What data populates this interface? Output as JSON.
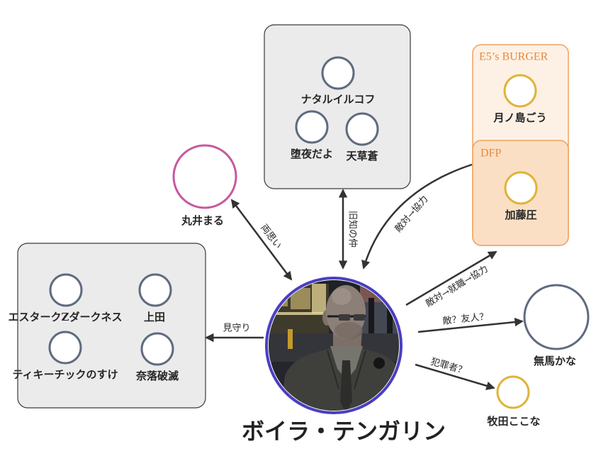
{
  "diagram": {
    "center": {
      "name": "ボイラ・テンガリン"
    },
    "groups": {
      "old_acquaintances": {
        "members": [
          {
            "name": "ナタルイルコフ"
          },
          {
            "name": "堕夜だよ"
          },
          {
            "name": "天草蒼"
          }
        ]
      },
      "watched_over": {
        "members": [
          {
            "name": "エスタークZダークネス"
          },
          {
            "name": "上田"
          },
          {
            "name": "ティキーチックのすけ"
          },
          {
            "name": "奈落破滅"
          }
        ]
      },
      "e5s_burger": {
        "title": "E5’s BURGER",
        "members": [
          {
            "name": "月ノ島ごう"
          }
        ]
      },
      "dfp": {
        "title": "DFP",
        "members": [
          {
            "name": "加藤圧"
          }
        ]
      }
    },
    "individuals": {
      "marui": {
        "name": "丸井まる"
      },
      "muma": {
        "name": "無馬かな"
      },
      "makita": {
        "name": "牧田ここな"
      }
    },
    "relations": {
      "marui": {
        "label": "両思い",
        "double_headed": true
      },
      "old_acquaintances": {
        "label": "旧知の仲",
        "double_headed": true
      },
      "dfp_to_center": {
        "label": "敵対→協力",
        "double_headed": false
      },
      "center_to_dfp": {
        "label": "敵対→就職→協力",
        "double_headed": false
      },
      "watched_over": {
        "label": "見守り",
        "double_headed": false
      },
      "muma": {
        "label": "敵？友人？",
        "double_headed": false
      },
      "makita": {
        "label": "犯罪者？",
        "double_headed": false
      }
    }
  },
  "colors": {
    "center_ring": "#4a3fc0",
    "member_ring": "#5f6b7f",
    "gold_ring": "#dfb43a",
    "pink_ring": "#c8589d",
    "group_fill": "#ebebeb",
    "group_border": "#3a3a3a",
    "org_border": "#f0a15c",
    "org_fill": "#fdf1e5",
    "dfp_fill": "#fbdfc5",
    "org_title": "#e5893a",
    "arrow": "#333333",
    "text": "#262626"
  }
}
